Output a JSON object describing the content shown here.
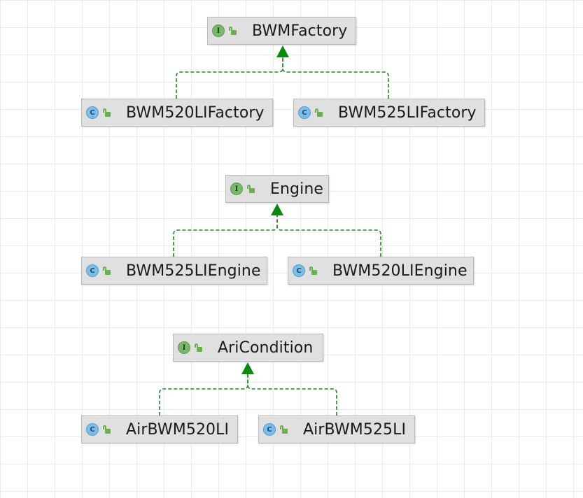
{
  "colors": {
    "edge": "#1c8a1c",
    "arrow": "#0a8a0a",
    "node_background": "#e0e0e0",
    "node_border": "#b9b9b9",
    "interface_badge": "#7ab86b",
    "class_badge": "#7dbde8",
    "lock": "#6ab04c"
  },
  "diagram": {
    "groups": [
      {
        "parent": {
          "kind": "interface",
          "badge": "I",
          "icon": "unlock-icon",
          "name": "BWMFactory"
        },
        "children": [
          {
            "kind": "class",
            "badge": "C",
            "icon": "unlock-icon",
            "name": "BWM520LIFactory"
          },
          {
            "kind": "class",
            "badge": "C",
            "icon": "unlock-icon",
            "name": "BWM525LIFactory"
          }
        ]
      },
      {
        "parent": {
          "kind": "interface",
          "badge": "I",
          "icon": "unlock-icon",
          "name": "Engine"
        },
        "children": [
          {
            "kind": "class",
            "badge": "C",
            "icon": "unlock-icon",
            "name": "BWM525LIEngine"
          },
          {
            "kind": "class",
            "badge": "C",
            "icon": "unlock-icon",
            "name": "BWM520LIEngine"
          }
        ]
      },
      {
        "parent": {
          "kind": "interface",
          "badge": "I",
          "icon": "unlock-icon",
          "name": "AriCondition"
        },
        "children": [
          {
            "kind": "class",
            "badge": "C",
            "icon": "unlock-icon",
            "name": "AirBWM520LI"
          },
          {
            "kind": "class",
            "badge": "C",
            "icon": "unlock-icon",
            "name": "AirBWM525LI"
          }
        ]
      }
    ]
  }
}
